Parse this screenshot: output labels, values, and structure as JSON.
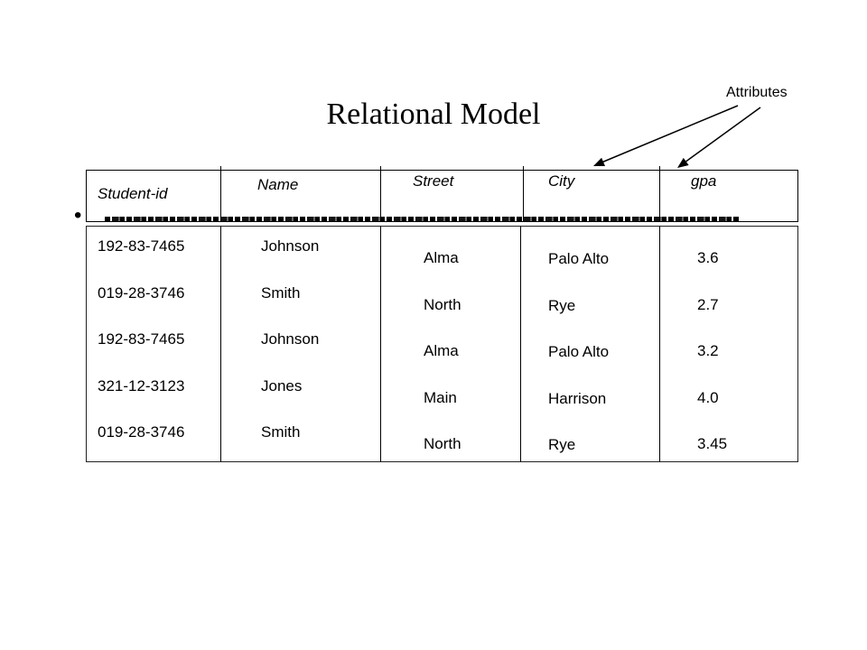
{
  "slide": {
    "title": "Relational Model",
    "bullet": "•"
  },
  "callout": {
    "label": "Attributes"
  },
  "table": {
    "headers": [
      "Student-id",
      "Name",
      "Street",
      "City",
      "gpa"
    ],
    "rows": [
      [
        "192-83-7465",
        "Johnson",
        "Alma",
        "Palo Alto",
        "3.6"
      ],
      [
        "019-28-3746",
        "Smith",
        "North",
        "Rye",
        "2.7"
      ],
      [
        "192-83-7465",
        "Johnson",
        "Alma",
        "Palo Alto",
        "3.2"
      ],
      [
        "321-12-3123",
        "Jones",
        "Main",
        "Harrison",
        "4.0"
      ],
      [
        "019-28-3746",
        "Smith",
        "North",
        "Rye",
        "3.45"
      ]
    ]
  },
  "colors": {
    "text": "#000000",
    "background": "#ffffff"
  }
}
